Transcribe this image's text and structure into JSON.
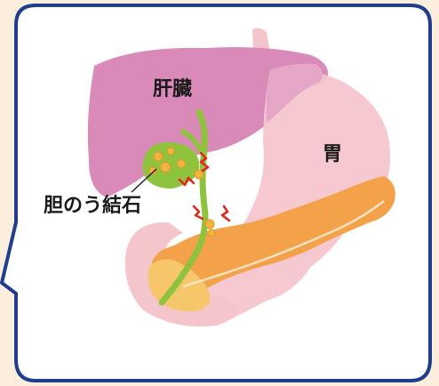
{
  "labels": {
    "liver": "肝臓",
    "stomach": "胃",
    "gallstones": "胆のう結石"
  },
  "colors": {
    "frame_border": "#1f3d8a",
    "page_background": "#fbeedd",
    "panel_background": "#ffffff",
    "liver": "#d98ab9",
    "stomach": "#f4c6cc",
    "pancreas": "#f4a24a",
    "gallbladder": "#8fc23d",
    "bile_duct": "#8fc23d",
    "stones": "#f2b43c",
    "pain_marks": "#e2261d"
  },
  "icons": {
    "pain_marks": "zigzag-pain-icon"
  }
}
